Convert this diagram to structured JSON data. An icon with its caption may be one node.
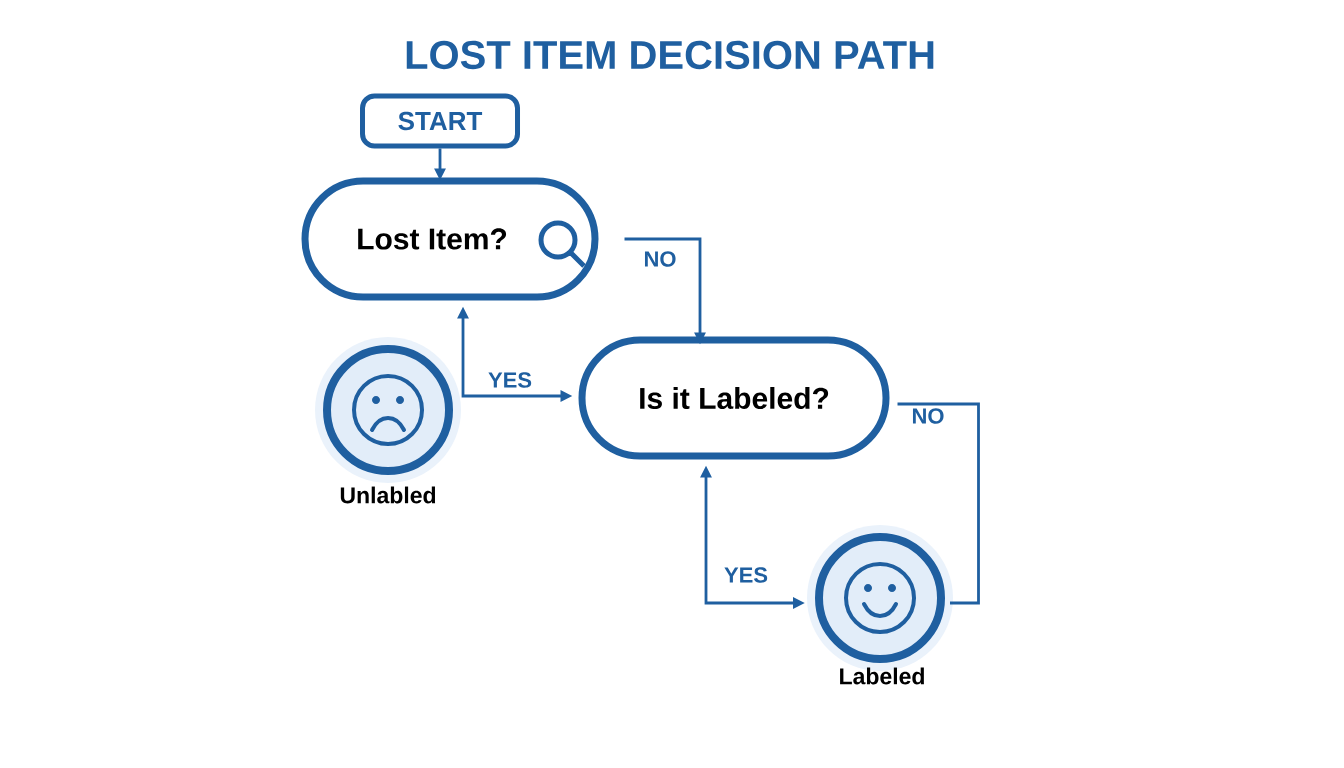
{
  "diagram": {
    "title": "LOST ITEM DECISION PATH",
    "nodes": [
      {
        "text": [
          "START"
        ]
      },
      {
        "text": [
          "Lost Item?"
        ]
      },
      {
        "text": [
          "Is it Labeled?"
        ]
      },
      {
        "text": [],
        "shape": "circle",
        "beside": [
          "Unlabled"
        ]
      },
      {
        "text": [],
        "shape": "circle",
        "beside": [
          "Labeled"
        ]
      }
    ],
    "edges": [
      {
        "from": 0,
        "to": 1,
        "arrow": "to"
      },
      {
        "from": 1,
        "to": 2,
        "arrow": "to",
        "label": "NO"
      },
      {
        "from": 1,
        "to": 2,
        "arrow": "both",
        "label": "YES"
      },
      {
        "from": 2,
        "to": 4,
        "arrow": "both",
        "label": "YES"
      },
      {
        "from": 2,
        "to": 4,
        "arrow": "none",
        "label": "NO"
      }
    ]
  }
}
